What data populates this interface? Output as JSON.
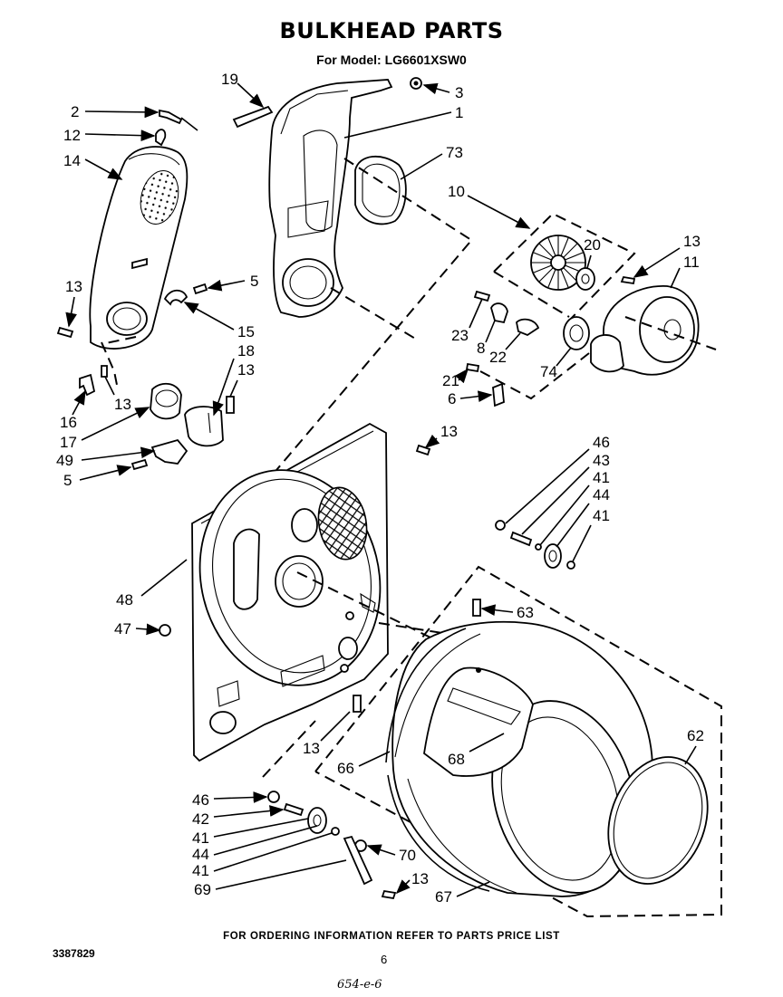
{
  "title": "BULKHEAD PARTS",
  "subtitle": "For Model: LG6601XSW0",
  "footer_note": "FOR ORDERING INFORMATION REFER TO PARTS PRICE LIST",
  "doc_number": "3387829",
  "page_number": "6",
  "handwritten_note": "654-e-6",
  "callouts": {
    "c19": "19",
    "c3": "3",
    "c2": "2",
    "c1": "1",
    "c12": "12",
    "c73": "73",
    "c14": "14",
    "c10": "10",
    "c13a": "13",
    "c20": "20",
    "c11": "11",
    "c13b": "13",
    "c5a": "5",
    "c15": "15",
    "c23": "23",
    "c8": "8",
    "c22": "22",
    "c74": "74",
    "c18": "18",
    "c13c": "13",
    "c21": "21",
    "c6": "6",
    "c13d": "13",
    "c16": "16",
    "c17": "17",
    "c13e": "13",
    "c49": "49",
    "c5b": "5",
    "c46a": "46",
    "c43": "43",
    "c41a": "41",
    "c44a": "44",
    "c41b": "41",
    "c48": "48",
    "c63": "63",
    "c47": "47",
    "c62": "62",
    "c68": "68",
    "c13f": "13",
    "c66": "66",
    "c46b": "46",
    "c42": "42",
    "c41c": "41",
    "c44b": "44",
    "c70": "70",
    "c41d": "41",
    "c13g": "13",
    "c69": "69",
    "c67": "67"
  }
}
